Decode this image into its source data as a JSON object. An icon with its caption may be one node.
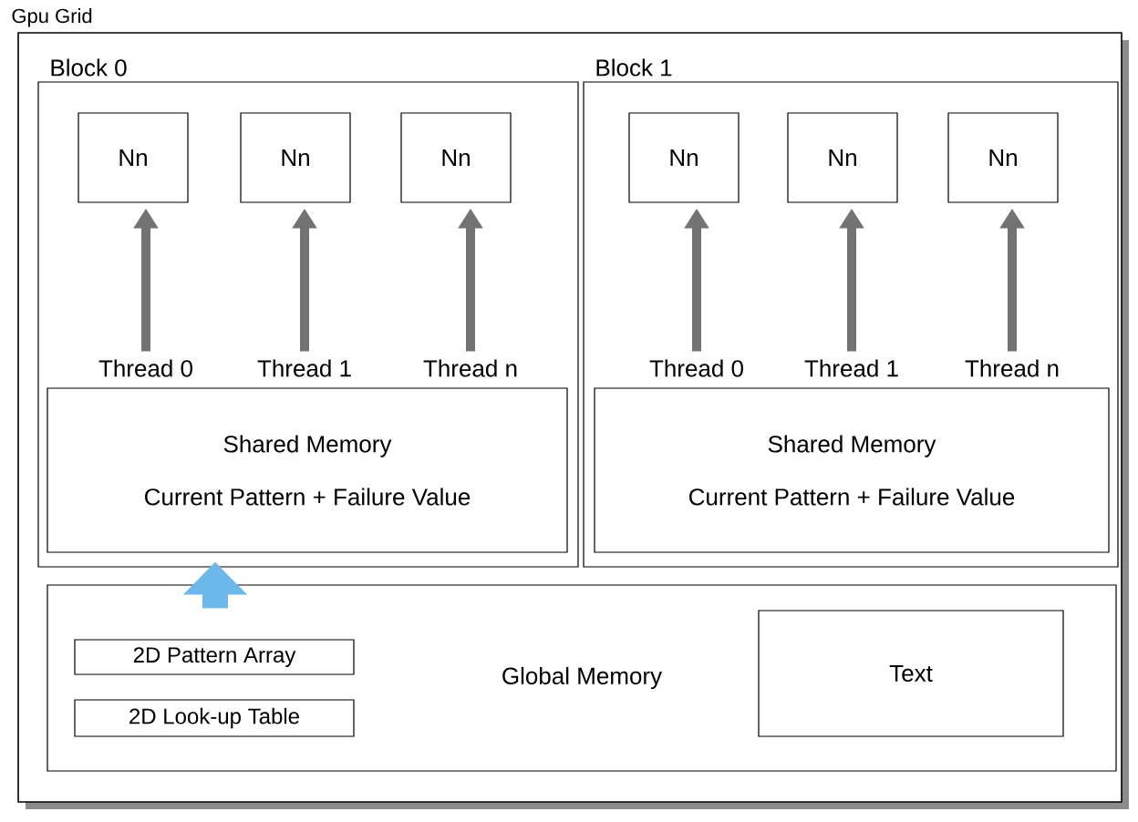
{
  "diagram": {
    "nodes": [
      {
        "text": [
          "Gpu Grid"
        ]
      },
      {
        "text": [
          "Block 0"
        ],
        "in": 0
      },
      {
        "text": [
          "Nn"
        ],
        "in": 1
      },
      {
        "text": [
          "Nn"
        ],
        "in": 1
      },
      {
        "text": [
          "Nn"
        ],
        "in": 1
      },
      {
        "text": [
          "Thread 0"
        ],
        "in": 1
      },
      {
        "text": [
          "Thread 1"
        ],
        "in": 1
      },
      {
        "text": [
          "Thread n"
        ],
        "in": 1
      },
      {
        "text": [
          "Shared Memory",
          "Current Pattern + Failure Value"
        ],
        "in": 1
      },
      {
        "text": [
          "Block 1"
        ],
        "in": 0
      },
      {
        "text": [
          "Nn"
        ],
        "in": 9
      },
      {
        "text": [
          "Nn"
        ],
        "in": 9
      },
      {
        "text": [
          "Nn"
        ],
        "in": 9
      },
      {
        "text": [
          "Thread 0"
        ],
        "in": 9
      },
      {
        "text": [
          "Thread 1"
        ],
        "in": 9
      },
      {
        "text": [
          "Thread n"
        ],
        "in": 9
      },
      {
        "text": [
          "Shared Memory",
          "Current Pattern + Failure Value"
        ],
        "in": 9
      },
      {
        "text": [
          "Global Memory"
        ],
        "in": 0
      },
      {
        "text": [
          "2D Pattern Array"
        ],
        "in": 17
      },
      {
        "text": [
          "2D Look-up Table"
        ],
        "in": 17
      },
      {
        "text": [
          "Text"
        ],
        "in": 17
      }
    ],
    "edges": [
      {
        "from": 5,
        "to": 2,
        "arrow": "to"
      },
      {
        "from": 6,
        "to": 3,
        "arrow": "to"
      },
      {
        "from": 7,
        "to": 4,
        "arrow": "to"
      },
      {
        "from": 13,
        "to": 10,
        "arrow": "to"
      },
      {
        "from": 14,
        "to": 11,
        "arrow": "to"
      },
      {
        "from": 15,
        "to": 12,
        "arrow": "to"
      },
      {
        "from": 17,
        "to": 1,
        "arrow": "to",
        "style": "thick",
        "color": "#6cb8ea"
      }
    ]
  }
}
